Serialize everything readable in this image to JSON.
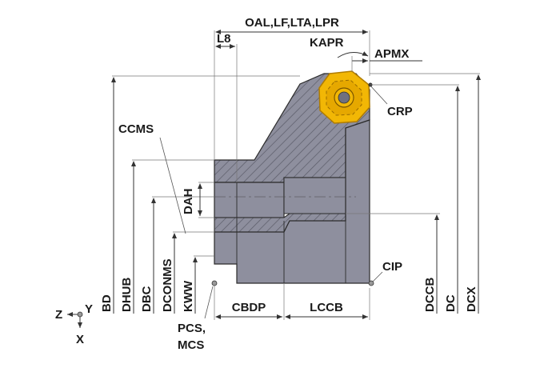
{
  "labels": {
    "oal": "OAL,LF,LTA,LPR",
    "l8": "L8",
    "kapr": "KAPR",
    "apmx": "APMX",
    "crp": "CRP",
    "ccms": "CCMS",
    "dah": "DAH",
    "cip": "CIP",
    "bd": "BD",
    "dhub": "DHUB",
    "dbc": "DBC",
    "dconms": "DCONMS",
    "kww": "KWW",
    "cbdp": "CBDP",
    "lccb": "LCCB",
    "dccb": "DCCB",
    "dc": "DC",
    "dcx": "DCX",
    "pcs": "PCS,",
    "mcs": "MCS",
    "axis_z": "Z",
    "axis_y": "Y",
    "axis_x": "X"
  },
  "colors": {
    "body": "#8e8f9e",
    "body_dark": "#6f7080",
    "hatch": "#5a5b68",
    "insert": "#f2b705",
    "insert_edge": "#b07c00",
    "outline": "#2b2b2b"
  }
}
